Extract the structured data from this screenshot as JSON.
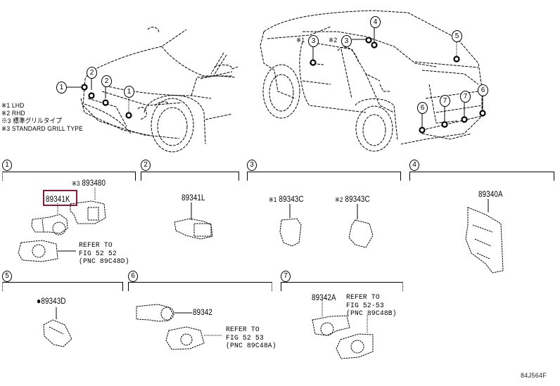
{
  "diagram": {
    "notes": [
      {
        "mark": "※1",
        "text": "LHD"
      },
      {
        "mark": "※2",
        "text": "RHD"
      },
      {
        "mark": "※3",
        "text": "標準グリルタイプ"
      },
      {
        "mark": "※3",
        "text": "STANDARD GRILL TYPE"
      }
    ],
    "front_car_callouts": [
      "1",
      "2",
      "2",
      "1"
    ],
    "rear_car_callouts": [
      {
        "mark": "※1",
        "num": "3"
      },
      {
        "mark": "※2",
        "num": "3"
      },
      {
        "mark": "",
        "num": "4"
      },
      {
        "mark": "",
        "num": "5"
      },
      {
        "mark": "",
        "num": "6"
      },
      {
        "mark": "",
        "num": "7"
      },
      {
        "mark": "",
        "num": "7"
      },
      {
        "mark": "",
        "num": "6"
      }
    ],
    "sections": [
      {
        "id": "1",
        "parts": [
          {
            "number": "89341K",
            "highlighted": true,
            "highlight_color": "#8b1a3a"
          },
          {
            "prefix": "※3",
            "number": "893480"
          }
        ],
        "refer": "REFER TO\nFIG 52 52\n(PNC 89C48D)"
      },
      {
        "id": "2",
        "parts": [
          {
            "number": "89341L"
          }
        ]
      },
      {
        "id": "3",
        "parts": [
          {
            "prefix": "※1",
            "number": "89343C"
          },
          {
            "prefix": "※2",
            "number": "89343C"
          }
        ]
      },
      {
        "id": "4",
        "parts": [
          {
            "number": "89340A"
          }
        ]
      },
      {
        "id": "5",
        "parts": [
          {
            "prefix": "●",
            "number": "89343D"
          }
        ]
      },
      {
        "id": "6",
        "parts": [
          {
            "number": "89342"
          }
        ],
        "refer": "REFER TO\nFIG 52 53\n(PNC 89C48A)"
      },
      {
        "id": "7",
        "parts": [
          {
            "number": "89342A"
          }
        ],
        "refer": "REFER TO\nFIG 52-53\n(PNC 89C48B)"
      }
    ],
    "figure_code": "84J564F"
  }
}
